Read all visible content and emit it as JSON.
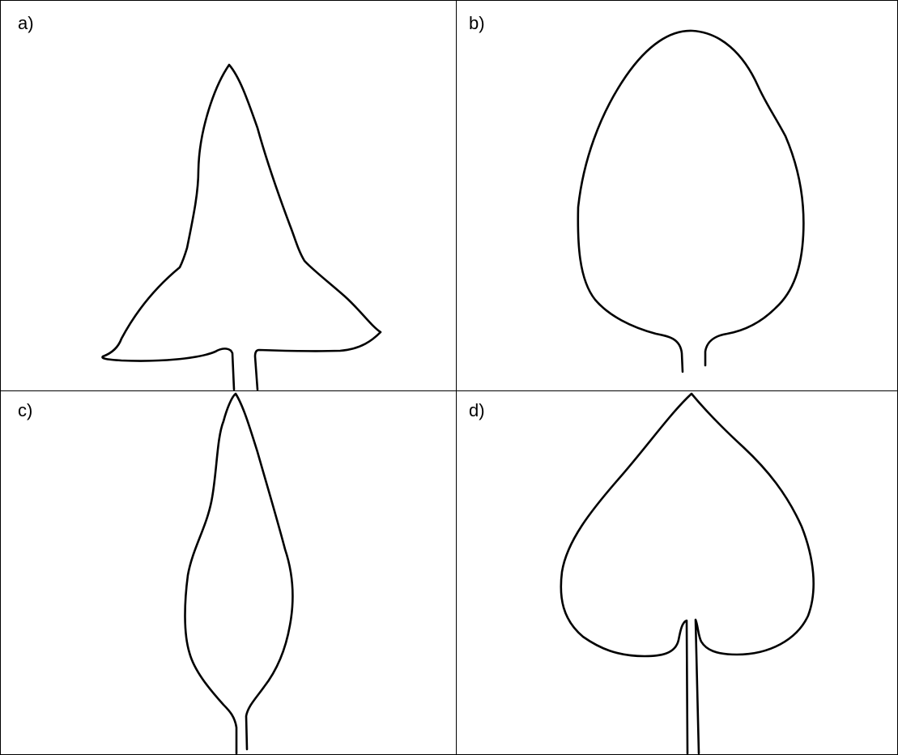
{
  "panels": {
    "a": {
      "label": "a)"
    },
    "b": {
      "label": "b)"
    },
    "c": {
      "label": "c)"
    },
    "d": {
      "label": "d)"
    }
  }
}
